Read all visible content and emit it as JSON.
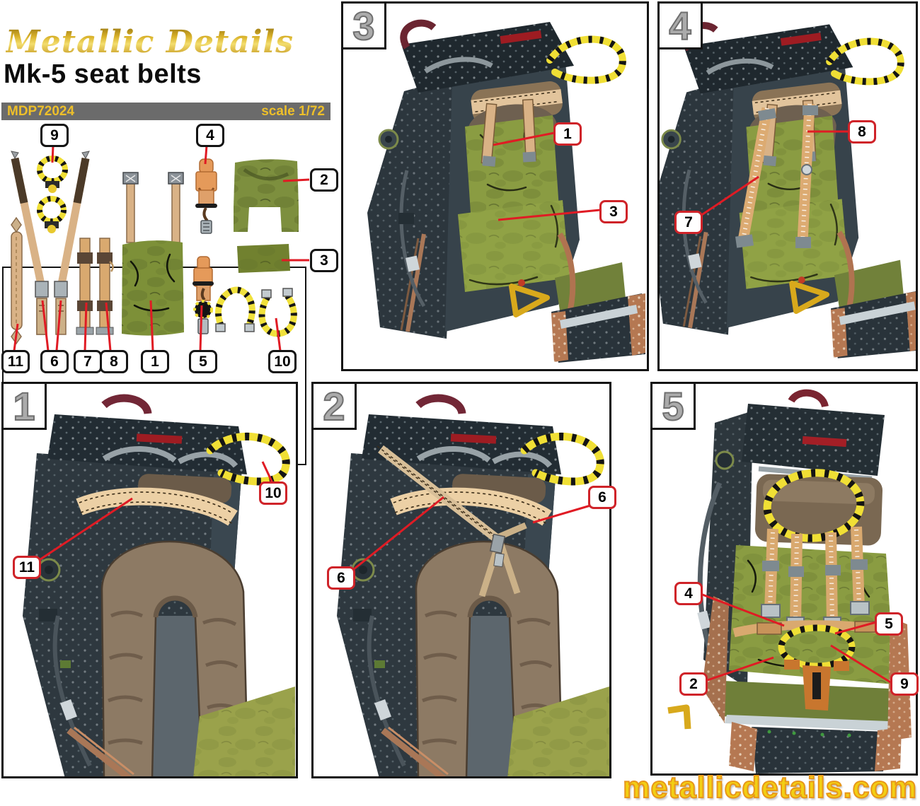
{
  "header": {
    "brand": "Metallic Details",
    "title": "Mk-5 seat belts",
    "product_code": "MDP72024",
    "scale": "scale 1/72"
  },
  "footer": {
    "website": "metallicdetails.com"
  },
  "parts_box": {
    "callouts": [
      {
        "id": "9"
      },
      {
        "id": "4"
      },
      {
        "id": "2"
      },
      {
        "id": "3"
      },
      {
        "id": "11"
      },
      {
        "id": "6"
      },
      {
        "id": "7"
      },
      {
        "id": "8"
      },
      {
        "id": "1"
      },
      {
        "id": "5"
      },
      {
        "id": "10"
      }
    ]
  },
  "panels": [
    {
      "number": "3",
      "callouts": [
        {
          "id": "1"
        },
        {
          "id": "3"
        }
      ]
    },
    {
      "number": "4",
      "callouts": [
        {
          "id": "8"
        },
        {
          "id": "7"
        }
      ]
    },
    {
      "number": "1",
      "callouts": [
        {
          "id": "10"
        },
        {
          "id": "11"
        }
      ]
    },
    {
      "number": "2",
      "callouts": [
        {
          "id": "6"
        },
        {
          "id": "6"
        }
      ]
    },
    {
      "number": "5",
      "callouts": [
        {
          "id": "4"
        },
        {
          "id": "5"
        },
        {
          "id": "2"
        },
        {
          "id": "9"
        }
      ]
    }
  ],
  "colors": {
    "leader_red": "#e01b24",
    "callout_red_border": "#cf2329",
    "band_gray": "#6b6b6b",
    "gold": "#edbf2a",
    "seat_dark": "#2d373e",
    "olive_green": "#8a9c42",
    "tan_strap": "#d9b286",
    "brown_pack": "#8d7a64",
    "rust_trim": "#b57852",
    "handle_yellow": "#f0df35",
    "website_yellow": "#f2cf13"
  }
}
